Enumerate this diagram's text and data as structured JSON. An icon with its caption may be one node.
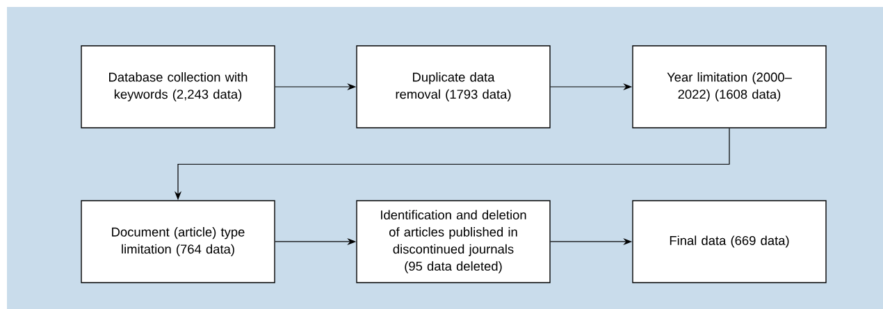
{
  "diagram": {
    "nodes": [
      {
        "text": [
          "Database collection with keywords (2,243 data)"
        ]
      },
      {
        "text": [
          "Duplicate data removal (1793 data)"
        ]
      },
      {
        "text": [
          "Year limitation (2000–2022) (1608 data)"
        ]
      },
      {
        "text": [
          "Document (article) type limitation (764 data)"
        ]
      },
      {
        "text": [
          "Identification and deletion of articles published in discontinued journals (95 data deleted)"
        ]
      },
      {
        "text": [
          "Final data (669 data)"
        ]
      }
    ],
    "edges": [
      {
        "from": 0,
        "to": 1,
        "arrow": "to"
      },
      {
        "from": 1,
        "to": 2,
        "arrow": "to"
      },
      {
        "from": 2,
        "to": 3,
        "arrow": "to"
      },
      {
        "from": 3,
        "to": 4,
        "arrow": "to"
      },
      {
        "from": 4,
        "to": 5,
        "arrow": "to"
      }
    ]
  }
}
